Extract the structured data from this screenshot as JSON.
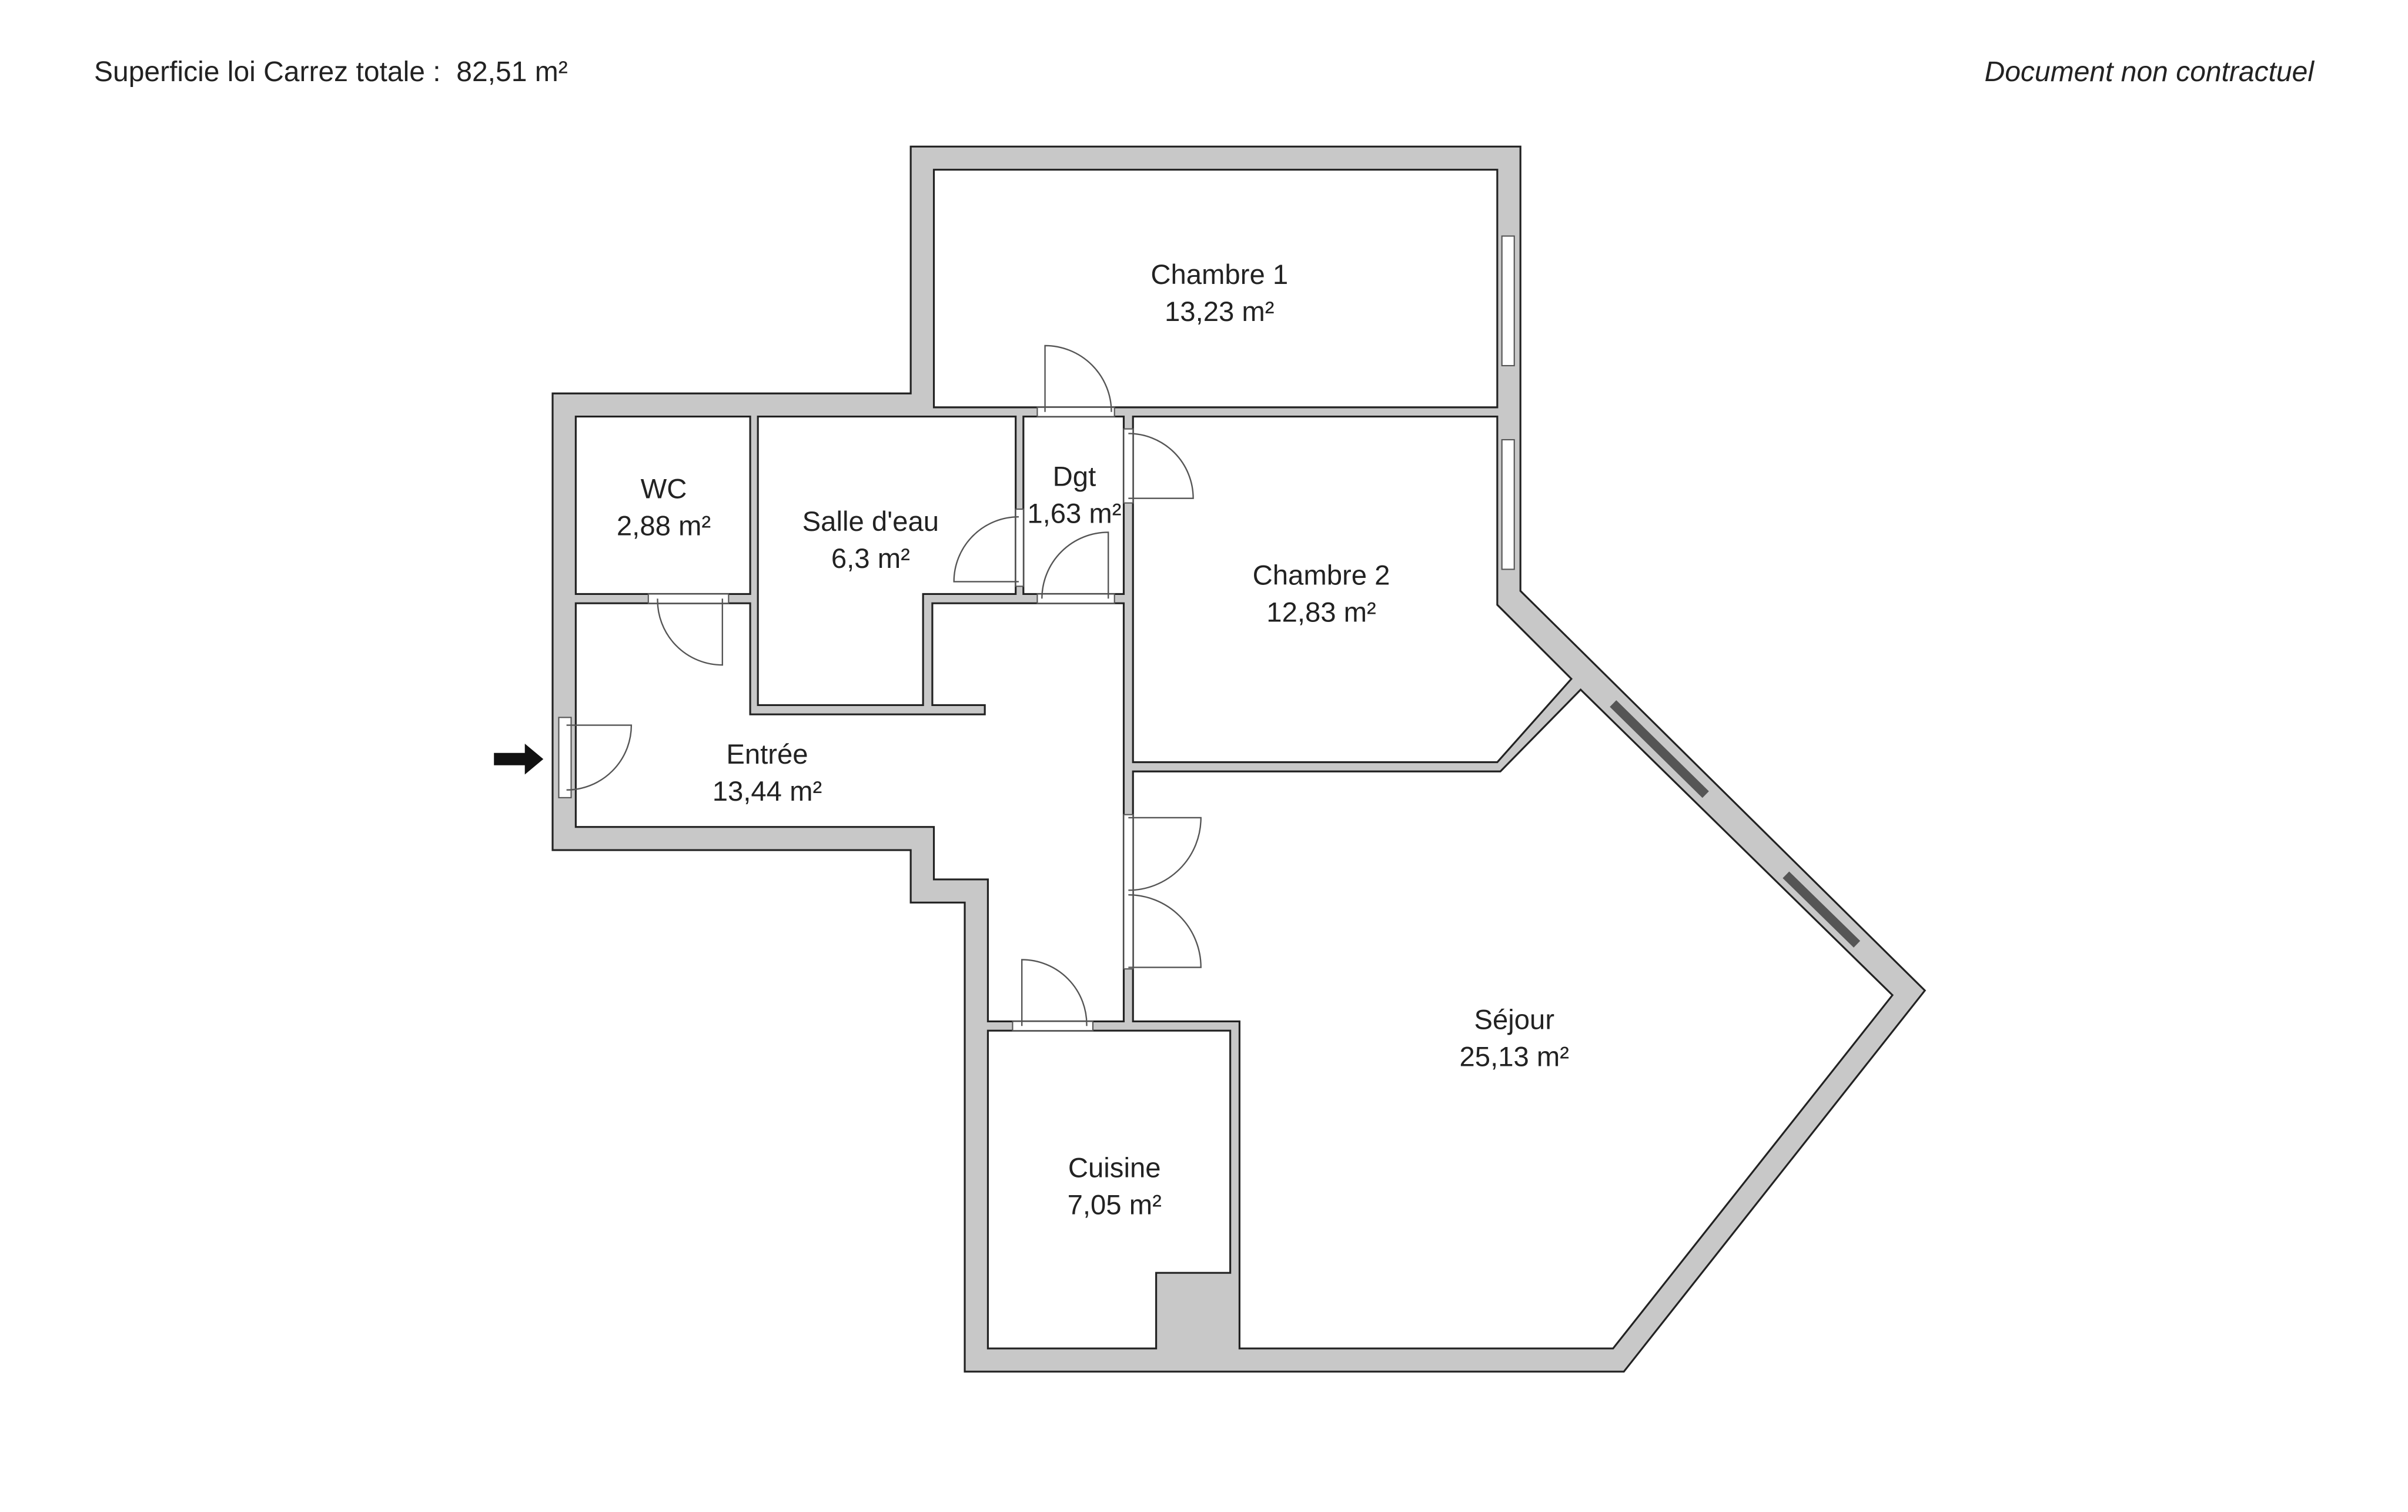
{
  "header": {
    "total_label": "Superficie loi Carrez totale :",
    "total_value": "82,51 m²",
    "disclaimer": "Document non contractuel"
  },
  "rooms": [
    {
      "name": "Chambre 1",
      "area": "13,23 m²"
    },
    {
      "name": "WC",
      "area": "2,88 m²"
    },
    {
      "name": "Salle d'eau",
      "area": "6,3 m²"
    },
    {
      "name": "Dgt",
      "area": "1,63 m²"
    },
    {
      "name": "Chambre 2",
      "area": "12,83 m²"
    },
    {
      "name": "Entrée",
      "area": "13,44 m²"
    },
    {
      "name": "Séjour",
      "area": "25,13 m²"
    },
    {
      "name": "Cuisine",
      "area": "7,05 m²"
    }
  ],
  "colors": {
    "wall": "#c8c8c8",
    "line": "#222222"
  }
}
